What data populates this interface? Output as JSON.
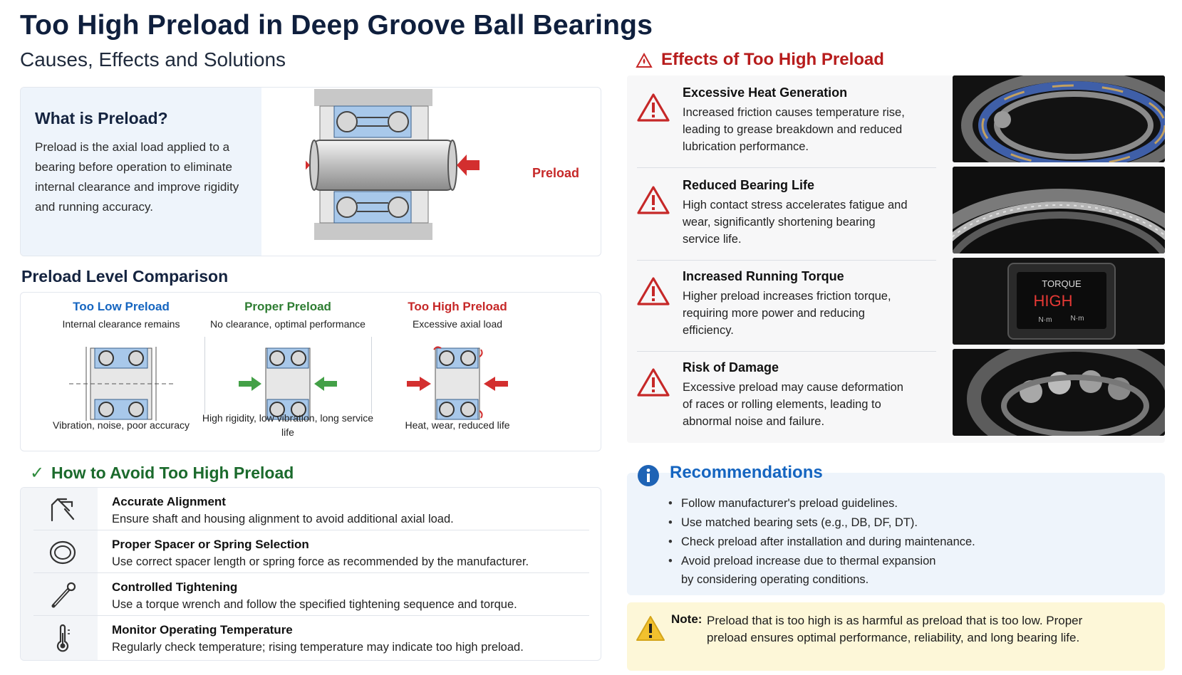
{
  "header": {
    "title": "Too High Preload in Deep Groove Ball Bearings",
    "subtitle": "Causes, Effects and Solutions"
  },
  "what": {
    "heading": "What is Preload?",
    "body": "Preload is the axial load applied to a bearing before operation to eliminate internal clearance and improve rigidity and running accuracy.",
    "diagram_label": "Preload"
  },
  "comparison": {
    "heading": "Preload Level Comparison",
    "columns": [
      {
        "title": "Too Low Preload",
        "subtitle": "Internal clearance remains",
        "footer": "Vibration, noise, poor accuracy",
        "color": "#1565c0"
      },
      {
        "title": "Proper Preload",
        "subtitle": "No clearance, optimal performance",
        "footer": "High rigidity, low vibration, long service life",
        "color": "#2e7d32"
      },
      {
        "title": "Too High Preload",
        "subtitle": "Excessive axial load",
        "footer": "Heat, wear, reduced life",
        "color": "#c62828"
      }
    ]
  },
  "avoid": {
    "heading": "How to Avoid Too High Preload",
    "items": [
      {
        "title": "Accurate Alignment",
        "desc": "Ensure shaft and housing alignment to avoid additional axial load.",
        "icon": "alignment-icon"
      },
      {
        "title": "Proper Spacer or Spring Selection",
        "desc": "Use correct spacer length or spring force as recommended by the manufacturer.",
        "icon": "spacer-ring-icon"
      },
      {
        "title": "Controlled Tightening",
        "desc": "Use a torque wrench and follow the specified tightening sequence and torque.",
        "icon": "torque-wrench-icon"
      },
      {
        "title": "Monitor Operating Temperature",
        "desc": "Regularly check temperature; rising temperature may indicate too high preload.",
        "icon": "thermometer-icon"
      }
    ]
  },
  "effects": {
    "heading": "Effects of Too High Preload",
    "items": [
      {
        "title": "Excessive Heat Generation",
        "desc": "Increased friction causes temperature rise, leading to grease breakdown and reduced lubrication performance."
      },
      {
        "title": "Reduced Bearing Life",
        "desc": "High contact stress accelerates fatigue and wear, significantly shortening bearing service life."
      },
      {
        "title": "Increased Running Torque",
        "desc": "Higher preload increases friction torque, requiring more power and reducing efficiency."
      },
      {
        "title": "Risk of Damage",
        "desc": "Excessive preload may cause deformation of races or rolling elements, leading to abnormal noise and failure."
      }
    ],
    "torque_display": {
      "label": "TORQUE",
      "value": "HIGH",
      "unit_left": "N·m",
      "unit_right": "N·m"
    }
  },
  "recommendations": {
    "heading": "Recommendations",
    "items": [
      "Follow manufacturer's preload guidelines.",
      "Use matched bearing sets (e.g., DB, DF, DT).",
      "Check preload after installation and during maintenance.",
      "Avoid preload increase due to thermal expansion"
    ],
    "continuation": "by considering operating conditions."
  },
  "note": {
    "label": "Note:",
    "text": "Preload that is too high is as harmful as preload that is too low. Proper preload ensures optimal performance, reliability, and long bearing life."
  }
}
